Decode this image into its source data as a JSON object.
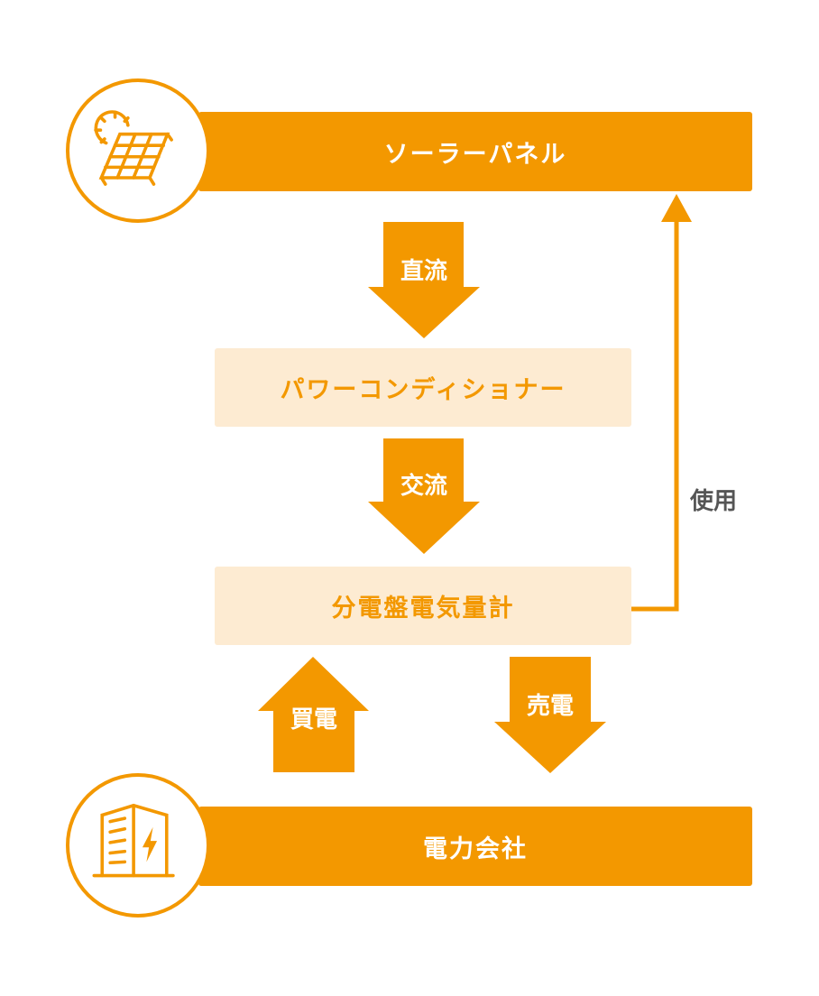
{
  "nodes": {
    "solar_panel": "ソーラーパネル",
    "power_conditioner": "パワーコンディショナー",
    "distribution_board": "分電盤電気量計",
    "power_company": "電力会社"
  },
  "arrows": {
    "dc": "直流",
    "ac": "交流",
    "buy": "買電",
    "sell": "売電",
    "use": "使用"
  },
  "colors": {
    "accent": "#f39800",
    "box_bg": "#fdebd2"
  }
}
